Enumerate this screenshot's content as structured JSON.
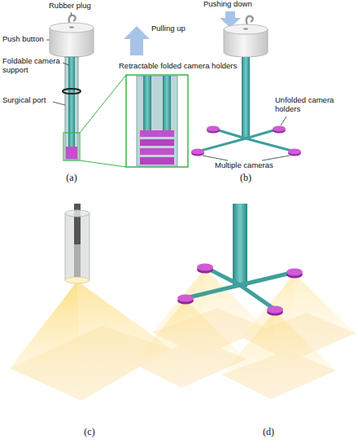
{
  "diagram": {
    "labels": [
      "Rubber plug",
      "Push button",
      "Pulling up",
      "Foldable camera support",
      "Retractable folded camera holders",
      "Surgical port",
      "(a)",
      "Pushing down",
      "Unfolded camera holders",
      "Multiple cameras",
      "(b)",
      "(c)",
      "(d)"
    ]
  }
}
